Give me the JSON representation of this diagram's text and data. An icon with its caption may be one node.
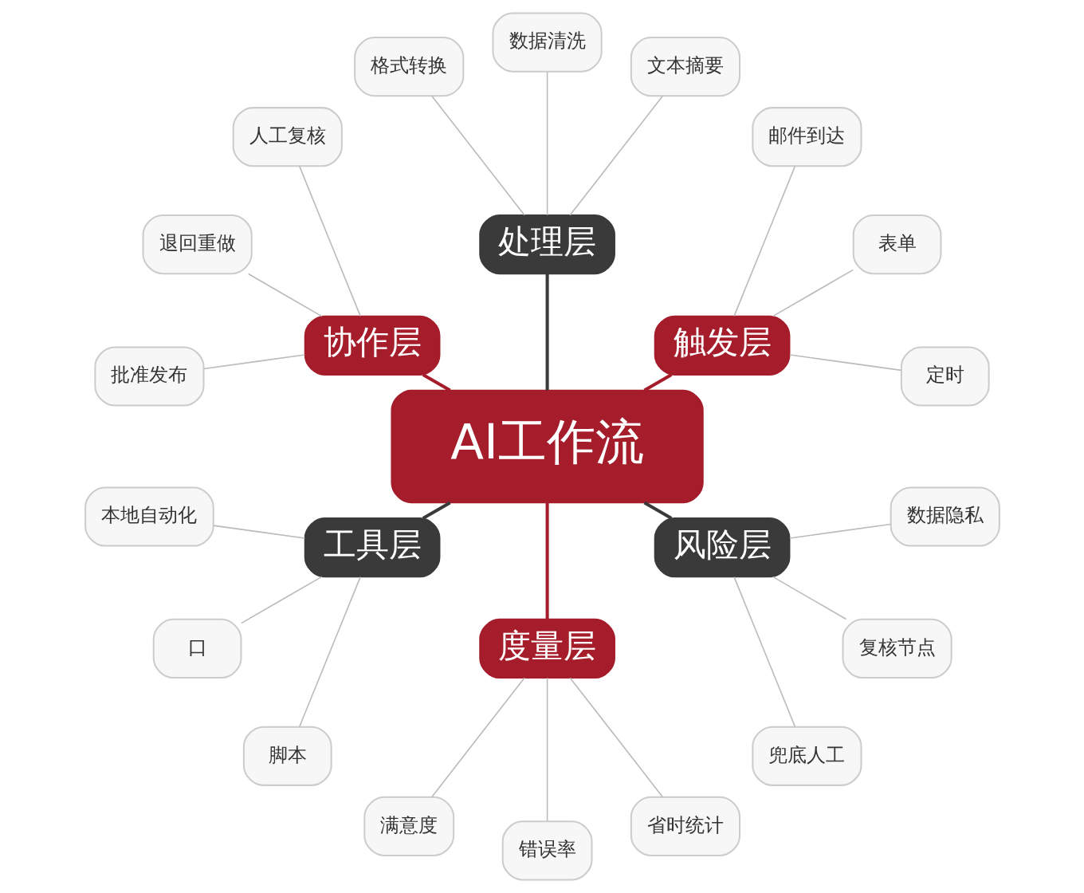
{
  "diagram": {
    "nodes": [
      {
        "text": [
          "AI工作流"
        ]
      },
      {
        "text": [
          "触发层"
        ]
      },
      {
        "text": [
          "处理层"
        ]
      },
      {
        "text": [
          "协作层"
        ]
      },
      {
        "text": [
          "工具层"
        ]
      },
      {
        "text": [
          "度量层"
        ]
      },
      {
        "text": [
          "风险层"
        ]
      },
      {
        "text": [
          "定时"
        ]
      },
      {
        "text": [
          "表单"
        ]
      },
      {
        "text": [
          "邮件到达"
        ]
      },
      {
        "text": [
          "文本摘要"
        ]
      },
      {
        "text": [
          "数据清洗"
        ]
      },
      {
        "text": [
          "格式转换"
        ]
      },
      {
        "text": [
          "人工复核"
        ]
      },
      {
        "text": [
          "退回重做"
        ]
      },
      {
        "text": [
          "批准发布"
        ]
      },
      {
        "text": [
          "本地自动化"
        ]
      },
      {
        "text": [
          "口"
        ]
      },
      {
        "text": [
          "脚本"
        ]
      },
      {
        "text": [
          "满意度"
        ]
      },
      {
        "text": [
          "错误率"
        ]
      },
      {
        "text": [
          "省时统计"
        ]
      },
      {
        "text": [
          "兜底人工"
        ]
      },
      {
        "text": [
          "复核节点"
        ]
      },
      {
        "text": [
          "数据隐私"
        ]
      }
    ],
    "edges": [
      {
        "from": 0,
        "to": 1,
        "arrow": "none",
        "style": "thick",
        "color": "#a51c2b"
      },
      {
        "from": 0,
        "to": 2,
        "arrow": "none",
        "style": "thick",
        "color": "#3a3a3a"
      },
      {
        "from": 0,
        "to": 3,
        "arrow": "none",
        "style": "thick",
        "color": "#a51c2b"
      },
      {
        "from": 0,
        "to": 4,
        "arrow": "none",
        "style": "thick",
        "color": "#3a3a3a"
      },
      {
        "from": 0,
        "to": 5,
        "arrow": "none",
        "style": "thick",
        "color": "#a51c2b"
      },
      {
        "from": 0,
        "to": 6,
        "arrow": "none",
        "style": "thick",
        "color": "#3a3a3a"
      },
      {
        "from": 1,
        "to": 7,
        "arrow": "none"
      },
      {
        "from": 1,
        "to": 8,
        "arrow": "none"
      },
      {
        "from": 1,
        "to": 9,
        "arrow": "none"
      },
      {
        "from": 2,
        "to": 10,
        "arrow": "none"
      },
      {
        "from": 2,
        "to": 11,
        "arrow": "none"
      },
      {
        "from": 2,
        "to": 12,
        "arrow": "none"
      },
      {
        "from": 3,
        "to": 13,
        "arrow": "none"
      },
      {
        "from": 3,
        "to": 14,
        "arrow": "none"
      },
      {
        "from": 3,
        "to": 15,
        "arrow": "none"
      },
      {
        "from": 4,
        "to": 16,
        "arrow": "none"
      },
      {
        "from": 4,
        "to": 17,
        "arrow": "none"
      },
      {
        "from": 4,
        "to": 18,
        "arrow": "none"
      },
      {
        "from": 5,
        "to": 19,
        "arrow": "none"
      },
      {
        "from": 5,
        "to": 20,
        "arrow": "none"
      },
      {
        "from": 5,
        "to": 21,
        "arrow": "none"
      },
      {
        "from": 6,
        "to": 22,
        "arrow": "none"
      },
      {
        "from": 6,
        "to": 23,
        "arrow": "none"
      },
      {
        "from": 6,
        "to": 24,
        "arrow": "none"
      }
    ]
  }
}
